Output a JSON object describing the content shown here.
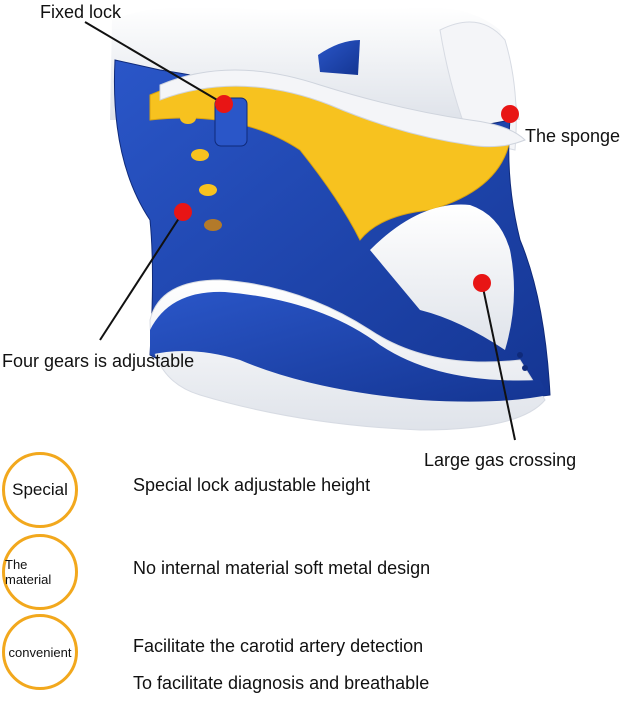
{
  "callouts": {
    "fixed_lock": "Fixed lock",
    "sponge": "The sponge",
    "four_gears": "Four gears is adjustable",
    "large_gas": "Large gas crossing"
  },
  "features": [
    {
      "badge": "Special",
      "lines": [
        "Special lock adjustable height"
      ]
    },
    {
      "badge": "The material",
      "lines": [
        "No internal material soft metal design"
      ]
    },
    {
      "badge": "convenient",
      "lines": [
        "Facilitate the carotid artery detection",
        "To facilitate diagnosis and breathable"
      ]
    }
  ],
  "colors": {
    "collar_blue": "#1d44b0",
    "sponge_yellow": "#f7c21f",
    "foam_white": "#f1f3f6",
    "marker_red": "#e81515",
    "badge_orange": "#f2a81d"
  }
}
